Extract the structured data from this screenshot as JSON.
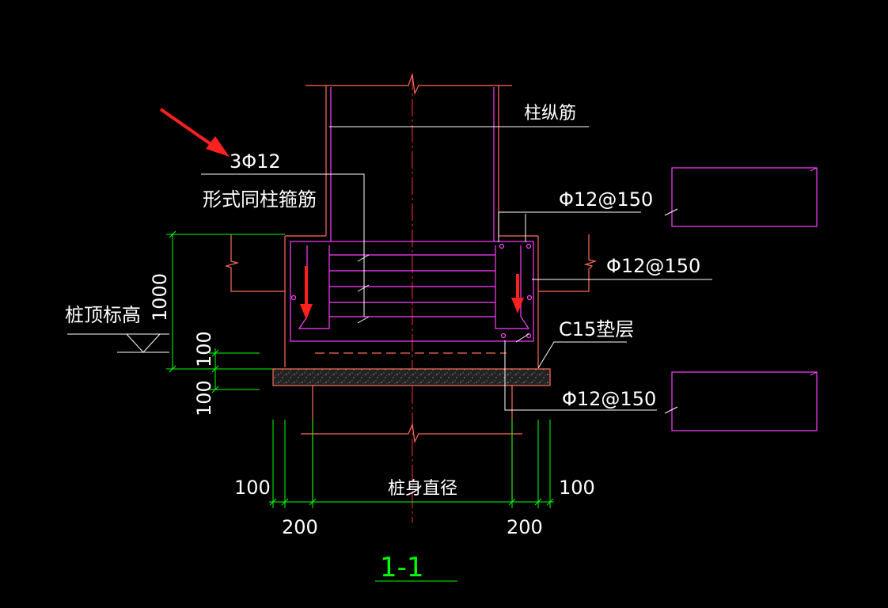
{
  "colors": {
    "background": "#000000",
    "outline": "#ff6a5a",
    "rebar": "#ff40ff",
    "dimension": "#00ff00",
    "leader": "#ffffff",
    "centerline": "#ff3030",
    "arrow": "#ff2020",
    "hatch": "#8a8a8a"
  },
  "notes": {
    "column_longitudinal": "柱纵筋",
    "bar_count": "3Φ12",
    "stirrup_form": "形式同柱箍筋",
    "top_bars": "Φ12@150",
    "side_bars": "Φ12@150",
    "bottom_bars": "Φ12@150",
    "cushion": "C15垫层",
    "pile_top_elevation": "桩顶标高",
    "pile_diameter": "桩身直径"
  },
  "dimensions": {
    "height": "1000",
    "cushion_gap": "100",
    "cushion_thickness": "100",
    "left_outer": "100",
    "right_outer": "100",
    "left_inner": "200",
    "right_inner": "200"
  },
  "section_title": "1-1"
}
